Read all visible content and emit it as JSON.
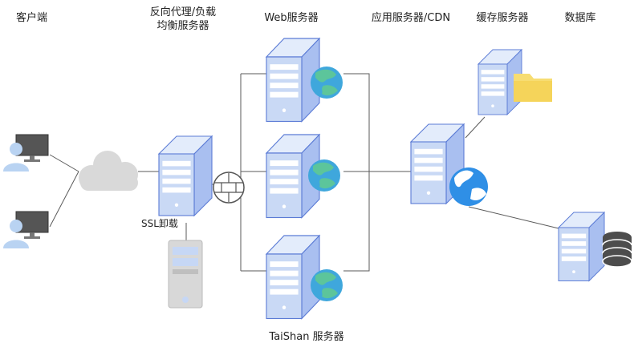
{
  "columns": {
    "client": "客户端",
    "proxy_line1": "反向代理/负载",
    "proxy_line2": "均衡服务器",
    "web": "Web服务器",
    "app": "应用服务器/CDN",
    "cache": "缓存服务器",
    "db": "数据库"
  },
  "labels": {
    "ssl": "SSL卸载",
    "taishan": "TaiShan 服务器"
  },
  "colors": {
    "server_body": "#c9d9f5",
    "server_side": "#a9bff0",
    "server_edge": "#5b7bd5",
    "globe_water": "#3fa7dc",
    "globe_land": "#5cc59b",
    "globe_app": "#2f8fe6",
    "cloud": "#d9d9d9",
    "monitor": "#555555",
    "person": "#b9d3f2",
    "folder": "#f7dd72",
    "db": "#4d4d4d",
    "gray_server": "#d8d8d8",
    "line": "#5a5a5a"
  }
}
